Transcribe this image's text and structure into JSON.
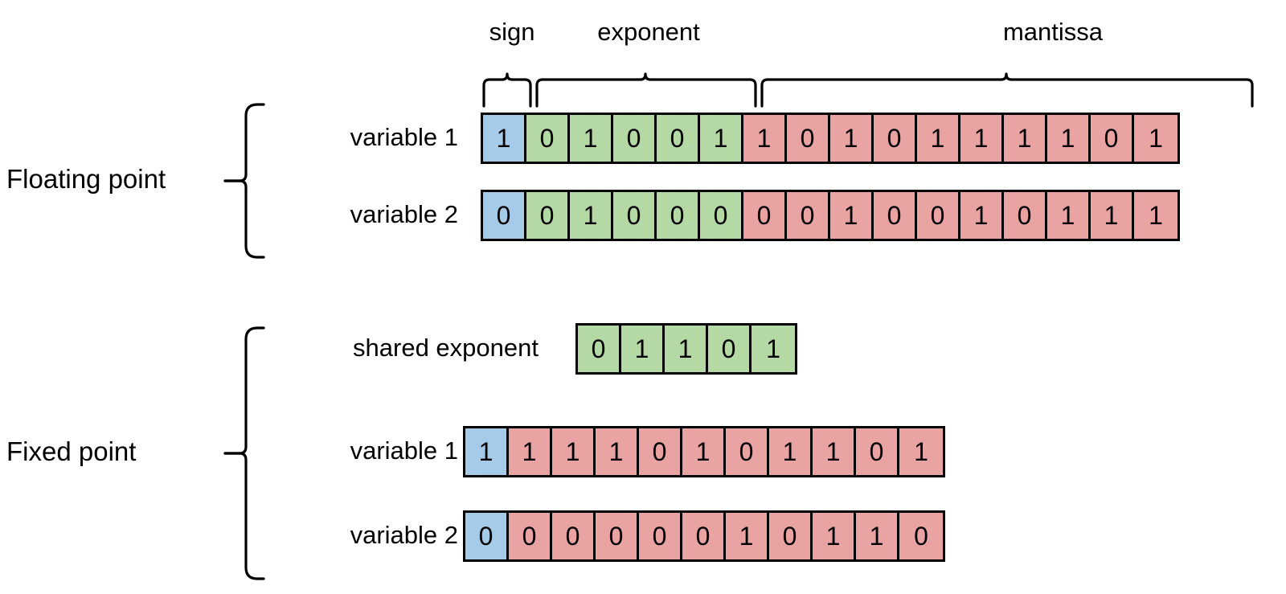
{
  "diagram": {
    "title_semantics": "floating point vs fixed point bit layout",
    "colors": {
      "sign": "#a6cbe8",
      "exponent": "#b5d9a5",
      "mantissa": "#e9a3a2",
      "outline": "#000000",
      "background": "#ffffff"
    },
    "field_labels": {
      "sign": "sign",
      "exponent": "exponent",
      "mantissa": "mantissa"
    },
    "groups": [
      {
        "id": "floating-point",
        "label": "Floating point",
        "rows": [
          {
            "id": "float-variable-1",
            "label": "variable 1",
            "sign": [
              "1"
            ],
            "exponent": [
              "0",
              "1",
              "0",
              "0",
              "1"
            ],
            "mantissa": [
              "1",
              "0",
              "1",
              "0",
              "1",
              "1",
              "1",
              "1",
              "0",
              "1"
            ]
          },
          {
            "id": "float-variable-2",
            "label": "variable 2",
            "sign": [
              "0"
            ],
            "exponent": [
              "0",
              "1",
              "0",
              "0",
              "0"
            ],
            "mantissa": [
              "0",
              "0",
              "1",
              "0",
              "0",
              "1",
              "0",
              "1",
              "1",
              "1"
            ]
          }
        ]
      },
      {
        "id": "fixed-point",
        "label": "Fixed point",
        "rows": [
          {
            "id": "shared-exponent",
            "label": "shared exponent",
            "sign": [],
            "exponent": [
              "0",
              "1",
              "1",
              "0",
              "1"
            ],
            "mantissa": []
          },
          {
            "id": "fixed-variable-1",
            "label": "variable 1",
            "sign": [
              "1"
            ],
            "exponent": [],
            "mantissa": [
              "1",
              "1",
              "1",
              "0",
              "1",
              "0",
              "1",
              "1",
              "0",
              "1"
            ]
          },
          {
            "id": "fixed-variable-2",
            "label": "variable 2",
            "sign": [
              "0"
            ],
            "exponent": [],
            "mantissa": [
              "0",
              "0",
              "0",
              "0",
              "0",
              "1",
              "0",
              "1",
              "1",
              "0"
            ]
          }
        ]
      }
    ]
  }
}
